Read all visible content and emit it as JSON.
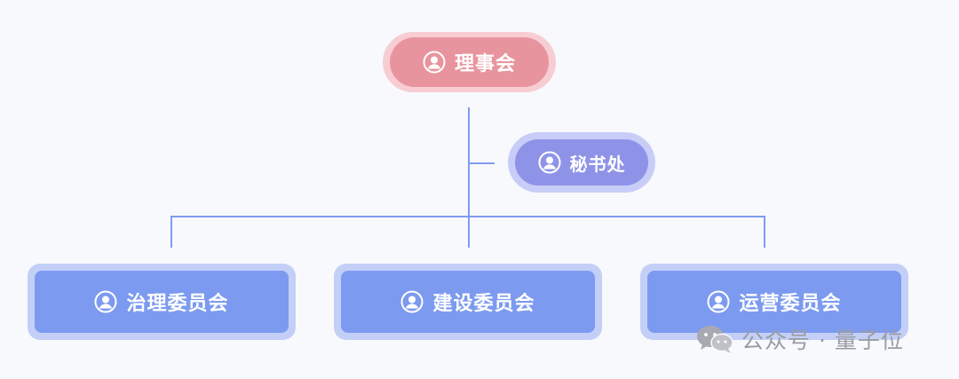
{
  "board": {
    "label": "理事会",
    "icon": "user-circle-icon"
  },
  "secretariat": {
    "label": "秘书处",
    "icon": "user-circle-icon"
  },
  "committees": [
    {
      "label": "治理委员会",
      "icon": "user-circle-icon"
    },
    {
      "label": "建设委员会",
      "icon": "user-circle-icon"
    },
    {
      "label": "运营委员会",
      "icon": "user-circle-icon"
    }
  ],
  "watermark": {
    "text": "公众号 · 量子位",
    "icon": "wechat-icon"
  },
  "colors": {
    "board": "#e8949e",
    "board_halo": "#f7cdd3",
    "secretariat": "#8f93e8",
    "secretariat_halo": "#c7cdf7",
    "committee": "#7c9af0",
    "committee_halo": "#c4cff7",
    "connector": "#7f9cf0",
    "background": "#f8f9fd"
  }
}
